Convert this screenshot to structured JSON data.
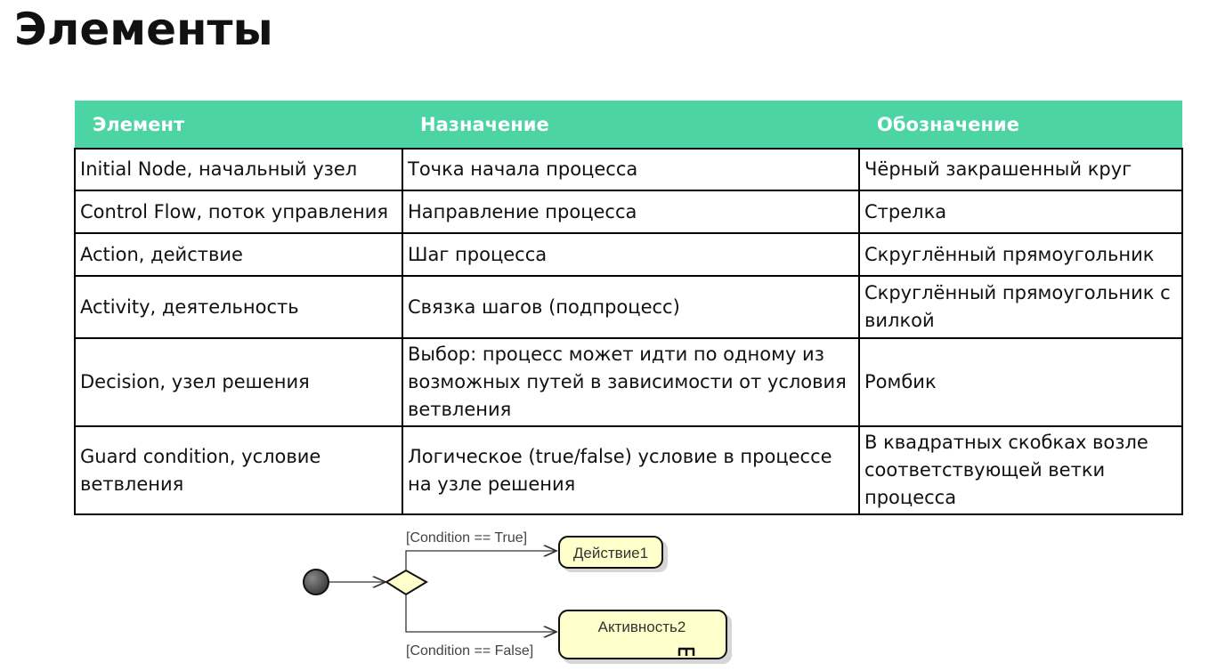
{
  "page": {
    "title": "Элементы"
  },
  "table": {
    "headers": [
      "Элемент",
      "Назначение",
      "Обозначение"
    ],
    "rows": [
      [
        "Initial Node, начальный узел",
        "Точка начала процесса",
        "Чёрный закрашенный круг"
      ],
      [
        "Control Flow, поток управления",
        "Направление процесса",
        "Стрелка"
      ],
      [
        "Action, действие",
        "Шаг процесса",
        "Скруглённый прямоугольник"
      ],
      [
        "Activity, деятельность",
        "Связка шагов (подпроцесс)",
        "Скруглённый прямоугольник с вилкой"
      ],
      [
        "Decision, узел решения",
        "Выбор: процесс может идти по одному из возможных путей в зависимости от условия ветвления",
        "Ромбик"
      ],
      [
        "Guard condition, условие ветвления",
        "Логическое (true/false) условие в процессе на узле решения",
        "В квадратных скобках возле соответствующей ветки процесса"
      ]
    ]
  },
  "diagram": {
    "guard_true": "[Condition == True]",
    "guard_false": "[Condition == False]",
    "action_label": "Действие1",
    "activity_label": "Активность2",
    "colors": {
      "node_fill": "#ffffcc",
      "initial_node": "#555555"
    }
  }
}
